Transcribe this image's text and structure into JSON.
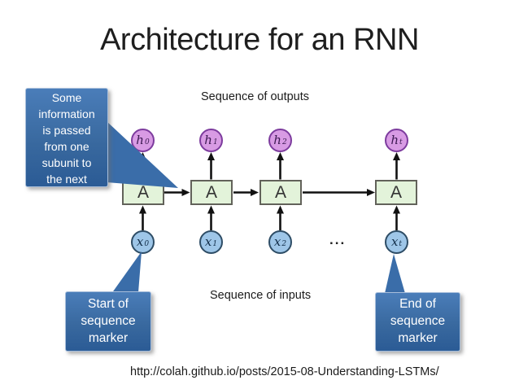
{
  "slide": {
    "title": "Architecture for an RNN",
    "source_url": "http://colah.github.io/posts/2015-08-Understanding-LSTMs/"
  },
  "labels": {
    "outputs": "Sequence of outputs",
    "inputs": "Sequence of inputs",
    "ellipsis": "..."
  },
  "callouts": {
    "info": "Some\ninformation\nis passed\nfrom one\nsubunit to\nthe next",
    "start": "Start of\nsequence\nmarker",
    "end": "End of\nsequence\nmarker"
  },
  "diagram": {
    "cells": [
      "A",
      "A",
      "A",
      "A"
    ],
    "outputs": [
      {
        "base": "h",
        "sub": "0"
      },
      {
        "base": "h",
        "sub": "1"
      },
      {
        "base": "h",
        "sub": "2"
      },
      {
        "base": "h",
        "sub": "t"
      }
    ],
    "inputs": [
      {
        "base": "x",
        "sub": "0"
      },
      {
        "base": "x",
        "sub": "1"
      },
      {
        "base": "x",
        "sub": "2"
      },
      {
        "base": "x",
        "sub": "t"
      }
    ],
    "colors": {
      "output_fill": "#d89be4",
      "output_stroke": "#7d3c9e",
      "input_fill": "#9ec6e8",
      "input_stroke": "#2e4d66",
      "cell_fill": "#e3f3da",
      "cell_stroke": "#62625a",
      "arrow": "#111111",
      "callout_top": "#4a7db9",
      "callout_bottom": "#2b5b95"
    }
  }
}
